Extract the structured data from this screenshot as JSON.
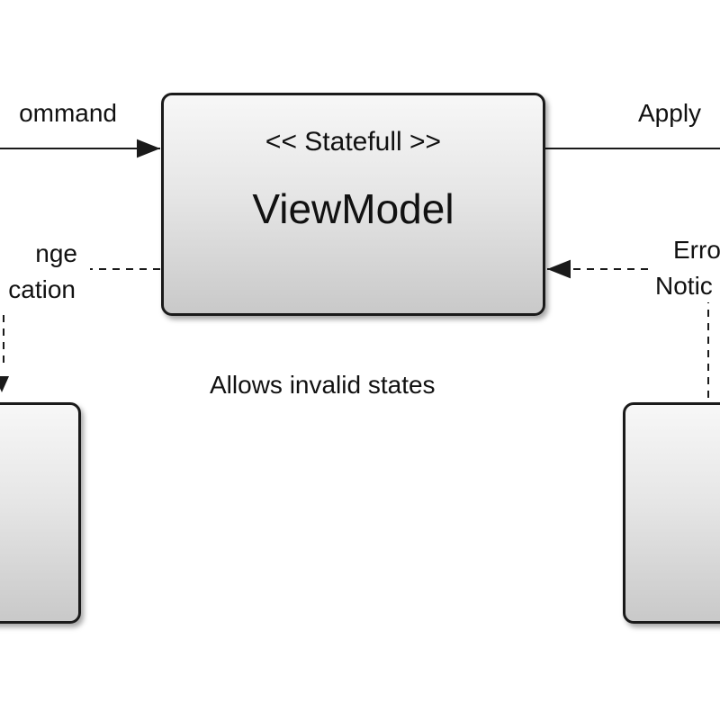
{
  "diagram": {
    "viewmodel": {
      "stereotype": "<< Statefull >>",
      "title": "ViewModel"
    },
    "note": "Allows invalid states",
    "edges": {
      "left_command": "ommand",
      "left_change_line1": "nge",
      "left_change_line2": "cation",
      "right_apply": "Apply",
      "right_error_line1": "Erro",
      "right_error_line2": "Notic"
    }
  },
  "colors": {
    "stroke": "#1a1a1a",
    "box_fill_top": "#f7f7f7",
    "box_fill_bottom": "#c9c9c9",
    "background": "#ffffff"
  }
}
